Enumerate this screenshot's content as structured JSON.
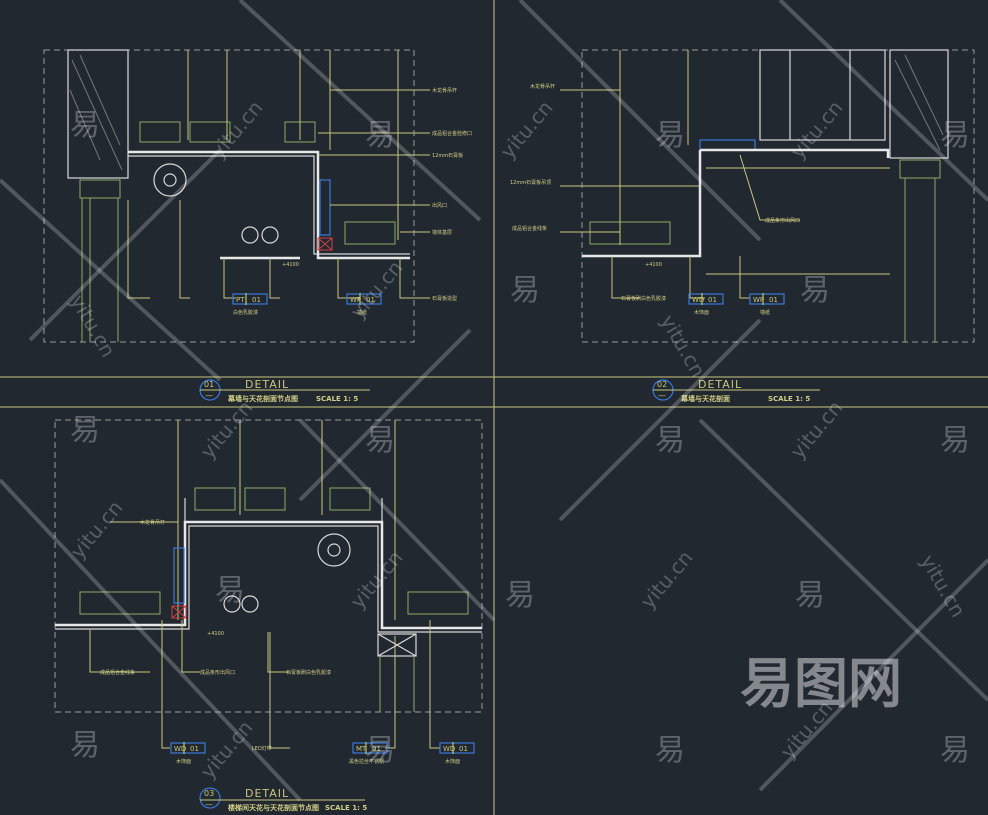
{
  "colors": {
    "background": "#212830",
    "line_yellow": "#c9c67e",
    "line_green": "#8fa864",
    "tag_blue": "#3b78d8"
  },
  "details": [
    {
      "number": "01",
      "heading": "DETAIL",
      "title": "幕墙与天花剖面节点图",
      "scale": "SCALE  1: 5",
      "level": "+4100",
      "tags": [
        {
          "code": "PT",
          "num": "01",
          "material": "白色乳胶漆"
        },
        {
          "code": "WP",
          "num": "01",
          "material": "墙纸"
        }
      ]
    },
    {
      "number": "02",
      "heading": "DETAIL",
      "title": "幕墙与天花剖面",
      "scale": "SCALE  1: 5",
      "level": "+4100",
      "tags": [
        {
          "code": "WD",
          "num": "01",
          "material": "木饰面"
        },
        {
          "code": "WP",
          "num": "01",
          "material": "墙纸"
        }
      ]
    },
    {
      "number": "03",
      "heading": "DETAIL",
      "title": "楼梯间天花与天花剖面节点图",
      "scale": "SCALE  1: 5",
      "level": "+4100",
      "tags": [
        {
          "code": "WD",
          "num": "01",
          "material": "木饰面"
        },
        {
          "code": "MT",
          "num": "01",
          "material": "黑色拉丝不锈钢"
        },
        {
          "code": "WD",
          "num": "01",
          "material": "木饰面"
        }
      ]
    }
  ],
  "watermark": {
    "glyph": "易",
    "site": "yitu.cn",
    "brand": "易图网"
  }
}
